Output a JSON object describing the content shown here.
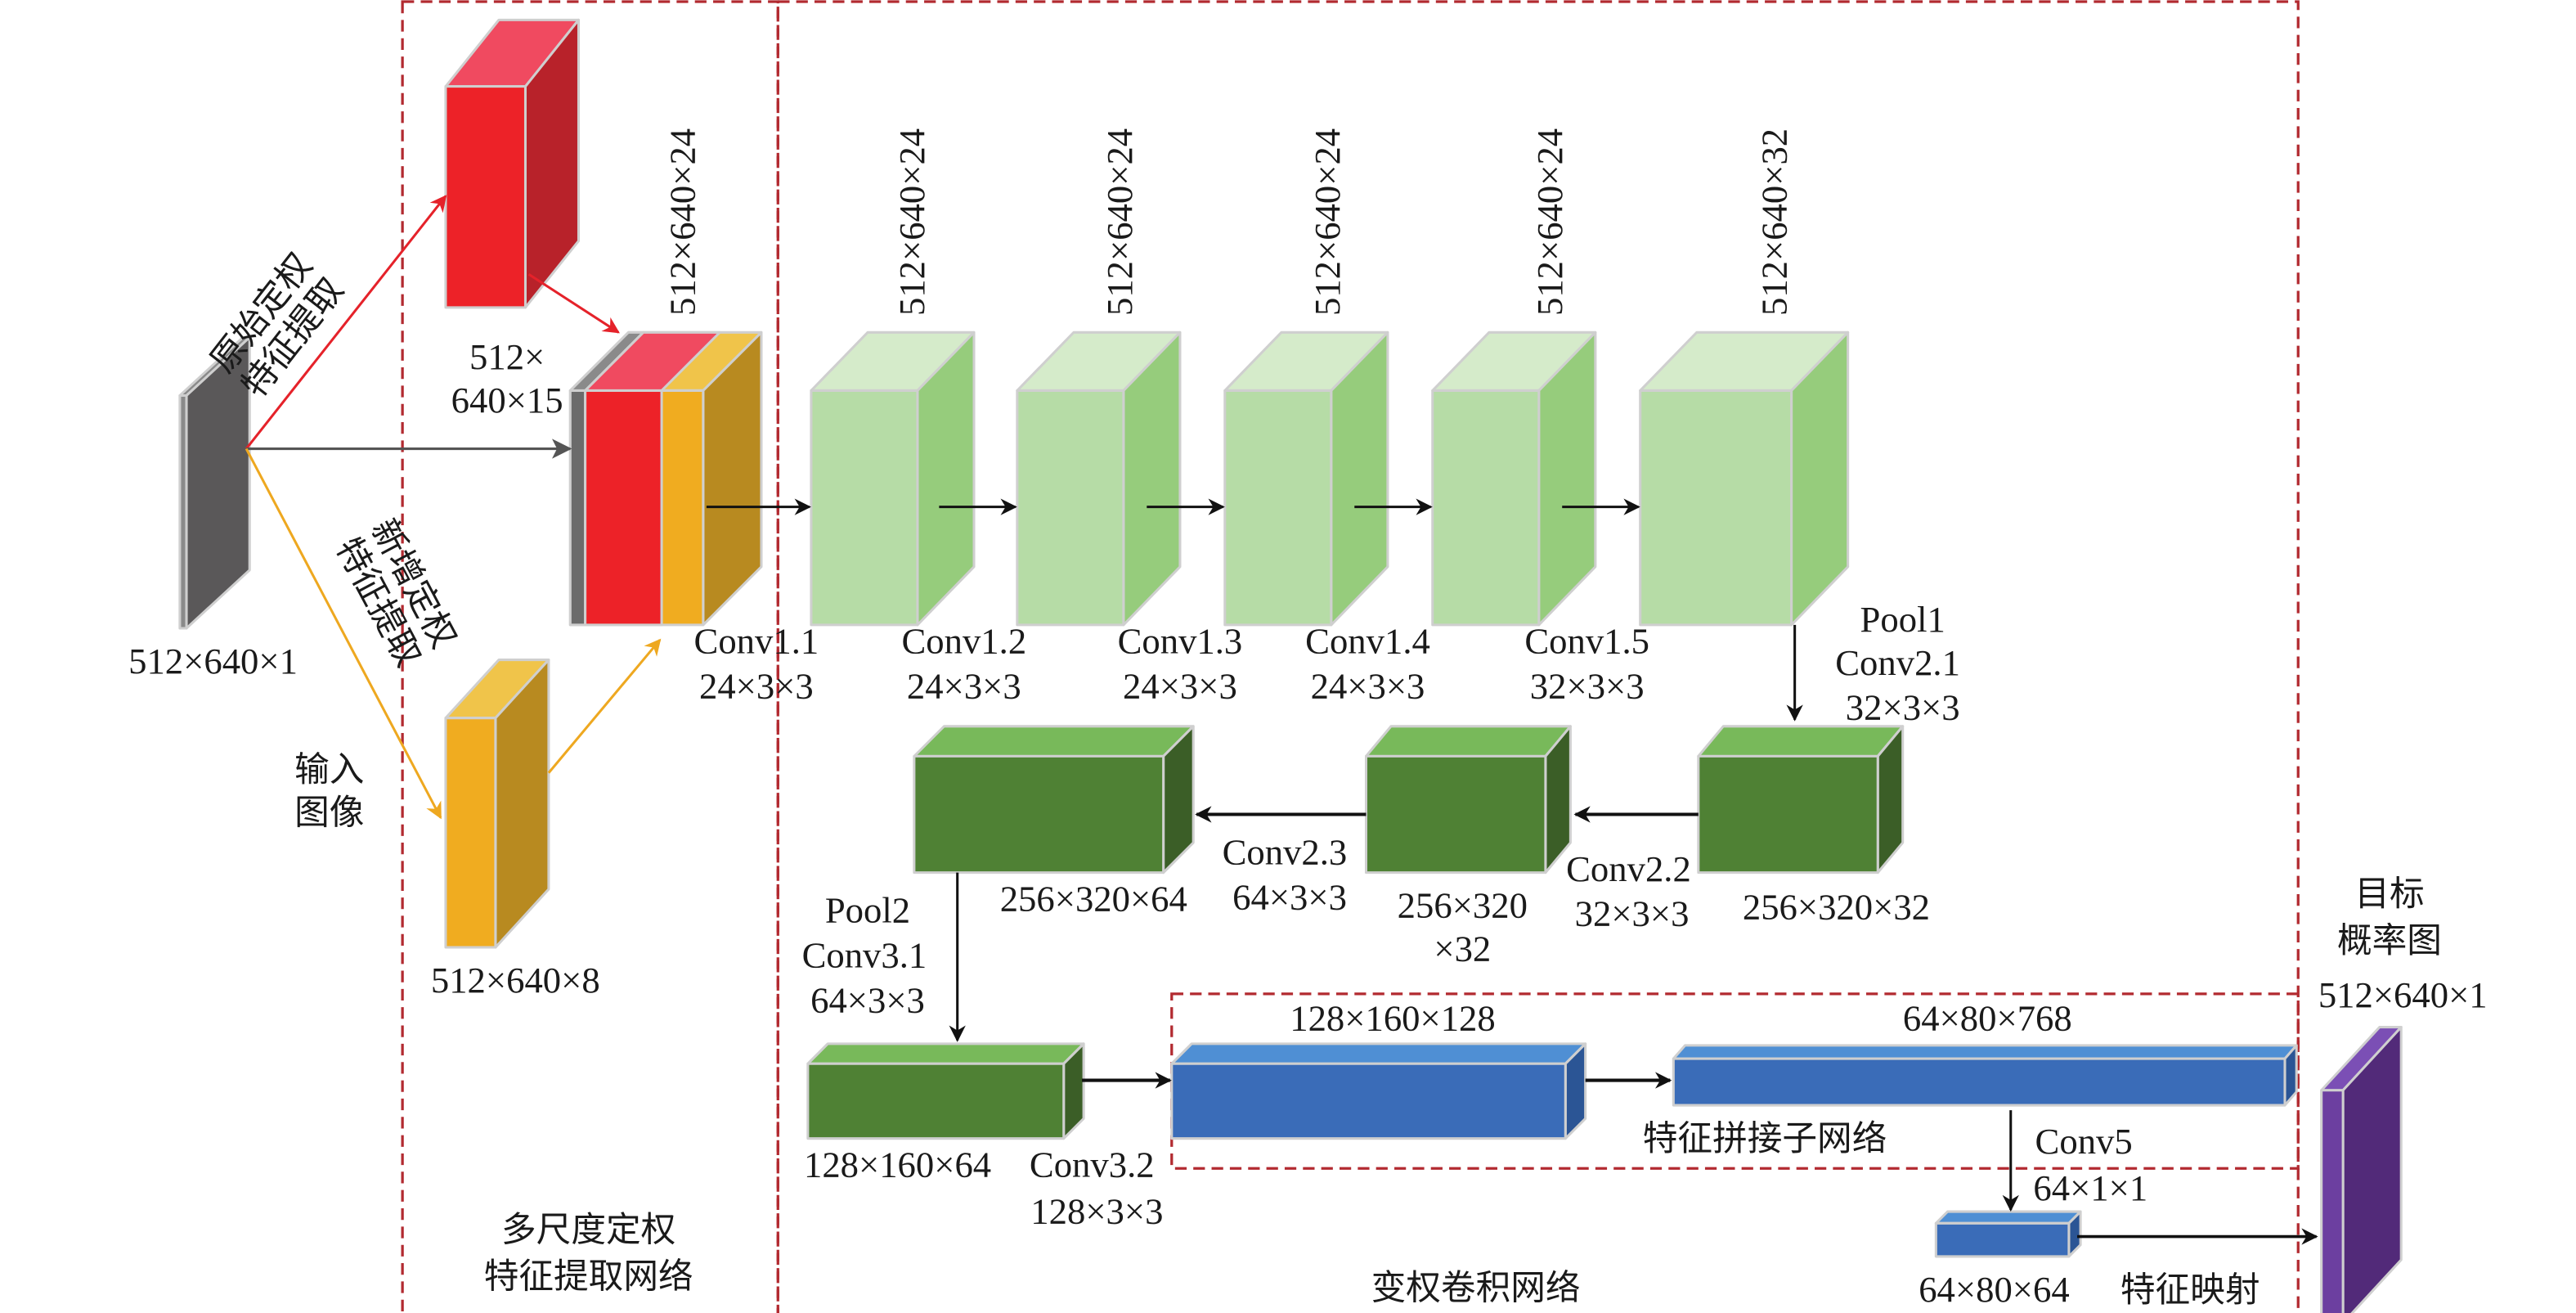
{
  "colors": {
    "frame": "#b22a30",
    "input": [
      "#5a5859",
      "#6b6b6b",
      "#8a8a8a"
    ],
    "red": [
      "#ed2228",
      "#f04a60",
      "#b8222a"
    ],
    "orange": [
      "#f0ac20",
      "#f0c44a",
      "#b88a20"
    ],
    "light_green": [
      "#b6dca6",
      "#d5ebca",
      "#96cc7c"
    ],
    "dark_green": [
      "#4f8134",
      "#78b95a",
      "#3b5e27"
    ],
    "blue": [
      "#3a6cb8",
      "#4f8fd4",
      "#2b5595"
    ],
    "purple": [
      "#6c3fa0",
      "#7b4fb5",
      "#522a79"
    ]
  },
  "labels": {
    "input_size": "512×640×1",
    "input_image": [
      "输入",
      "图像"
    ],
    "original_branch": [
      "原始定权",
      "特征提取"
    ],
    "new_branch": [
      "新增定权",
      "特征提取"
    ],
    "red_size": [
      "512×",
      "640×15"
    ],
    "orange_size": "512×640×8",
    "concat_size": "512×640×24",
    "l1_sizes": [
      "512×640×24",
      "512×640×24",
      "512×640×24",
      "512×640×24",
      "512×640×32"
    ],
    "conv1": [
      [
        "Conv1.1",
        "24×3×3"
      ],
      [
        "Conv1.2",
        "24×3×3"
      ],
      [
        "Conv1.3",
        "24×3×3"
      ],
      [
        "Conv1.4",
        "24×3×3"
      ],
      [
        "Conv1.5",
        "32×3×3"
      ]
    ],
    "pool1": [
      "Pool1",
      "Conv2.1",
      "32×3×3"
    ],
    "conv22": [
      "Conv2.2",
      "32×3×3"
    ],
    "conv23": [
      "Conv2.3",
      "64×3×3"
    ],
    "size_2c": "256×320×32",
    "size_2b": [
      "256×320",
      "×32"
    ],
    "size_2a": "256×320×64",
    "pool2": [
      "Pool2",
      "Conv3.1",
      "64×3×3"
    ],
    "size_3": "128×160×64",
    "conv32": [
      "Conv3.2",
      "128×3×3"
    ],
    "size_b1": "128×160×128",
    "size_b2": "64×80×768",
    "concat_subnet": "特征拼接子网络",
    "conv5": [
      "Conv5",
      "64×1×1"
    ],
    "size_b3": "64×80×64",
    "feature_map": "特征映射",
    "target": [
      "目标",
      "概率图"
    ],
    "target_size": "512×640×1",
    "multi_scale_net": [
      "多尺度定权",
      "特征提取网络"
    ],
    "var_weight_net": "变权卷积网络"
  }
}
